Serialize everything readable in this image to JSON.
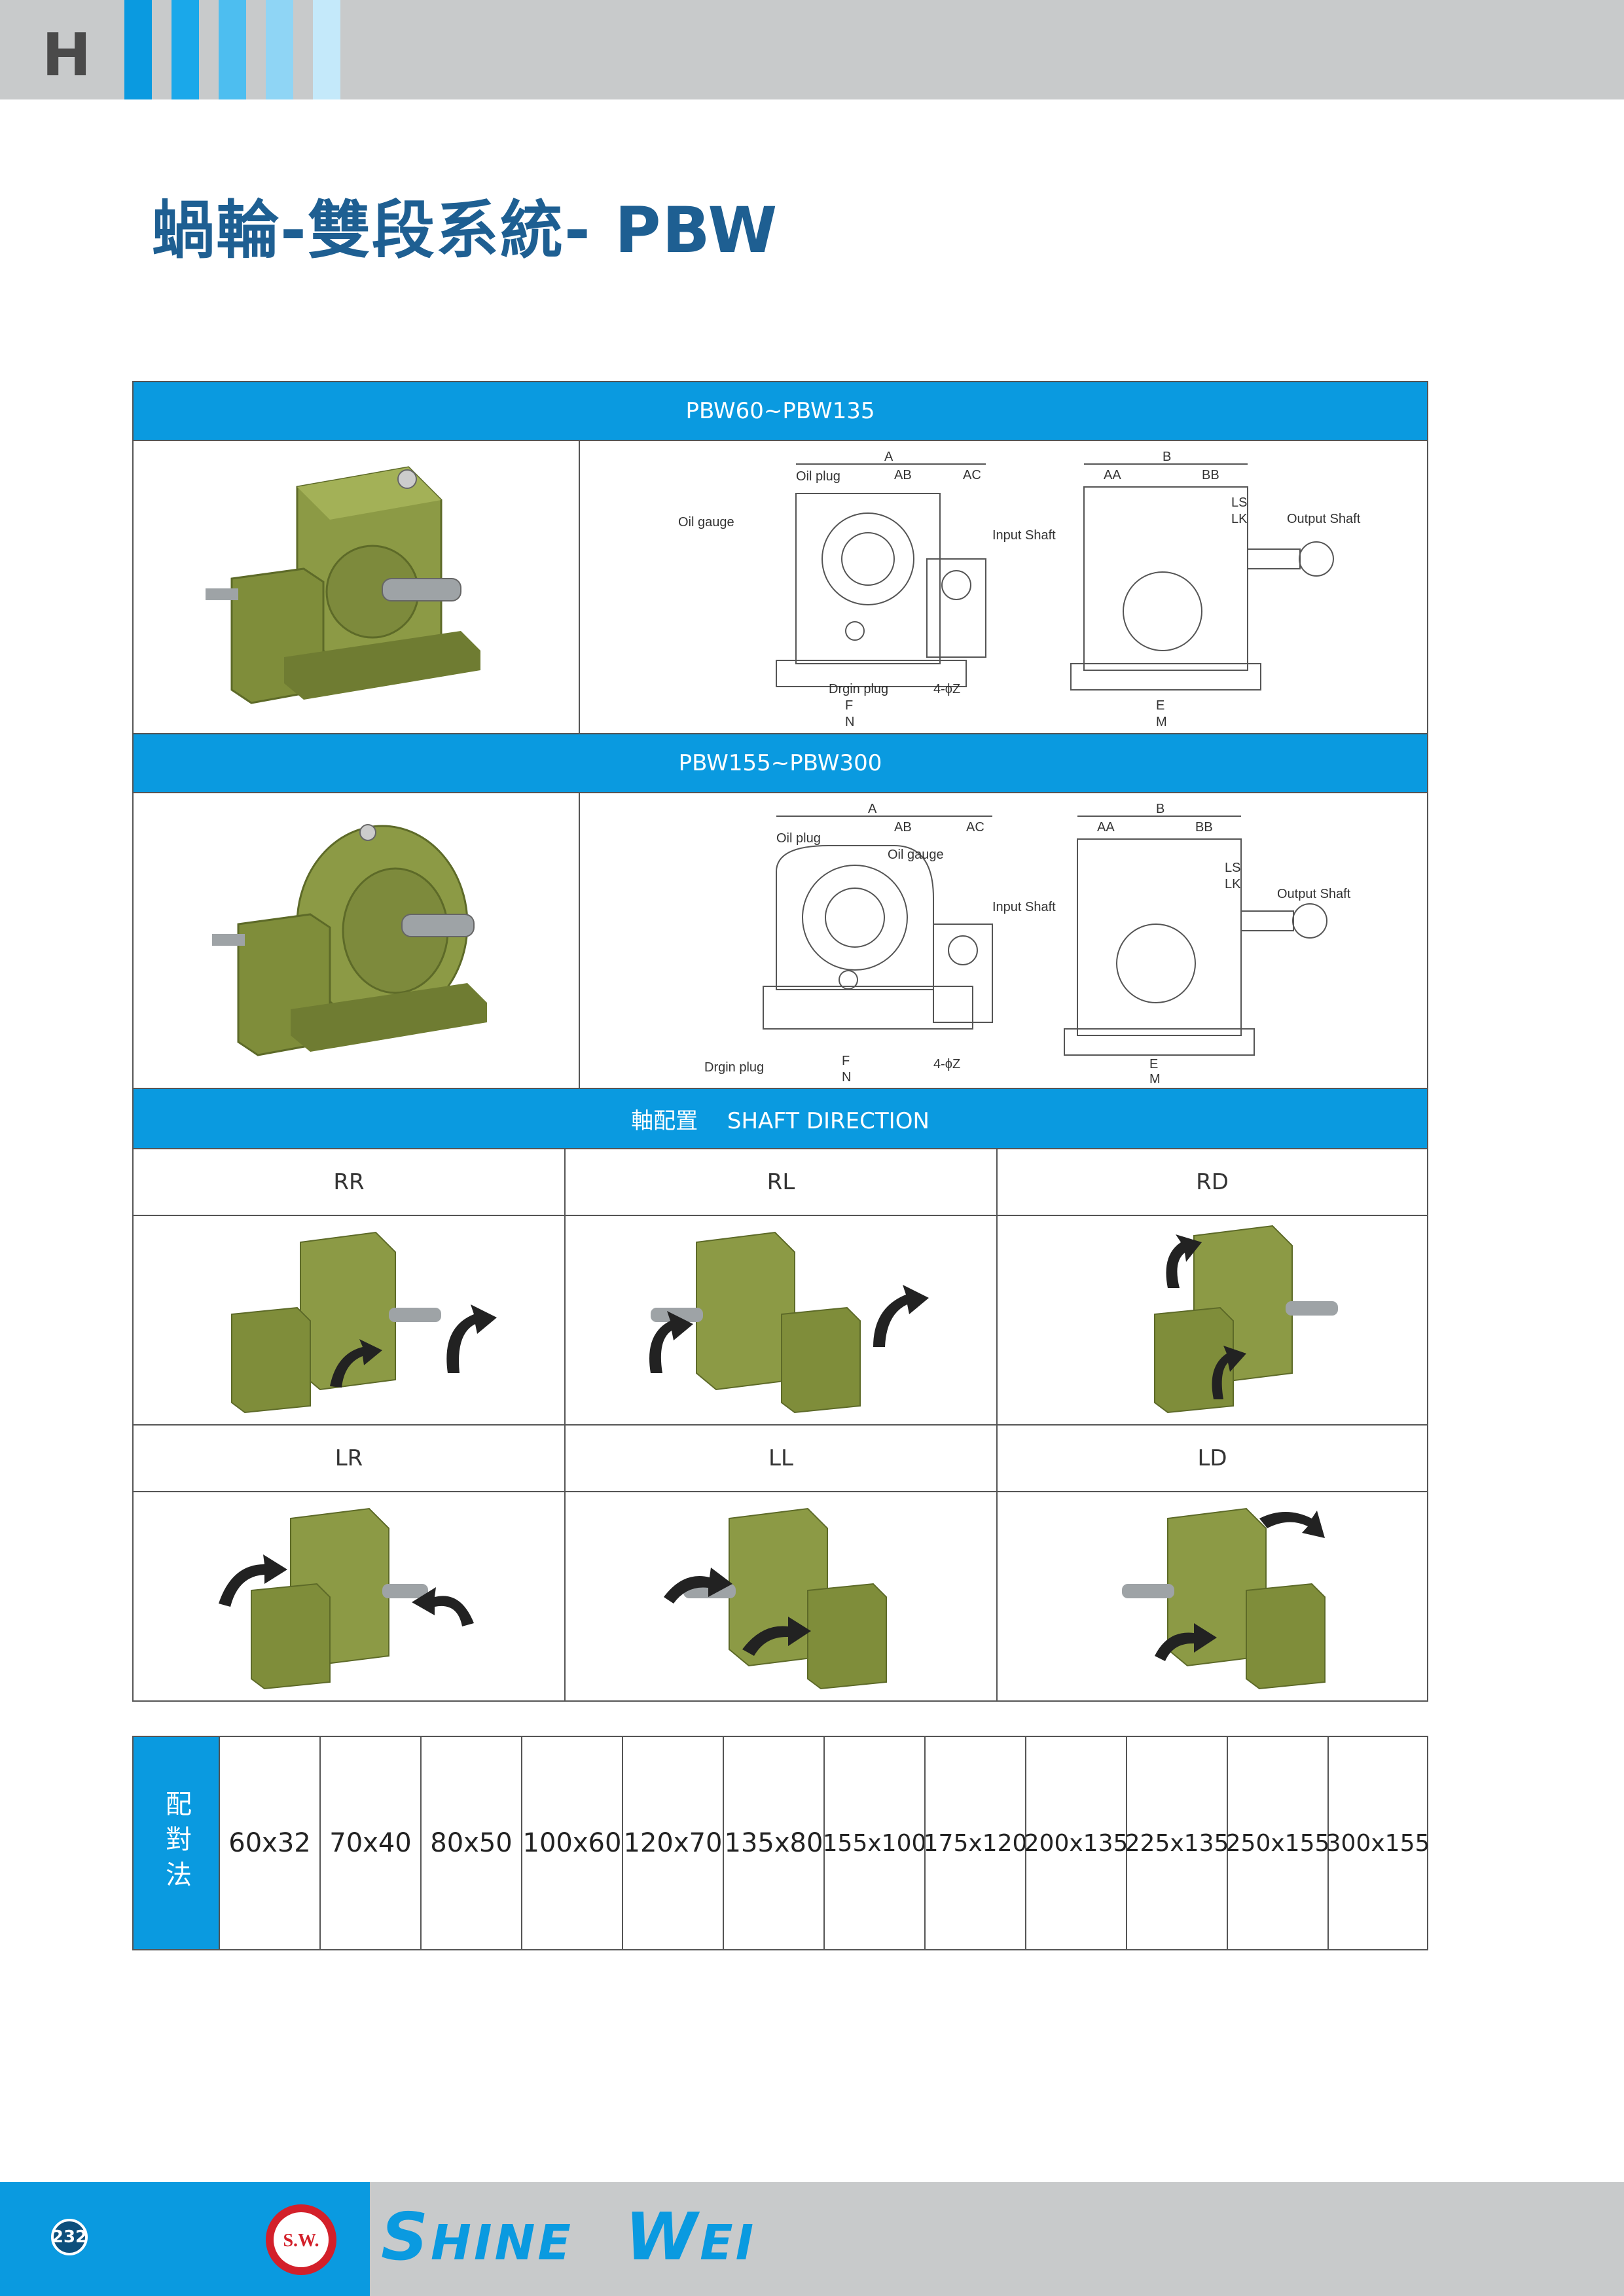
{
  "header": {
    "section_letter": "H"
  },
  "title": "蝸輪-雙段系統- PBW",
  "sections": {
    "top": "PBW60~PBW135",
    "middle": "PBW155~PBW300",
    "shaft": "軸配置　 SHAFT DIRECTION"
  },
  "drawing_labels": {
    "oil_plug": "Oil plug",
    "oil_gauge": "Oil gauge",
    "input_shaft": "Input Shaft",
    "output_shaft": "Output Shaft",
    "drain_plug": "Drgin plug",
    "holes": "4-ϕZ",
    "dim_a": "A",
    "dim_ab": "AB",
    "dim_ac": "AC",
    "dim_aa": "AA",
    "dim_b": "B",
    "dim_bb": "BB",
    "dim_ls": "LS",
    "dim_lk": "LK",
    "dim_f": "F",
    "dim_n": "N",
    "dim_e": "E",
    "dim_m": "M"
  },
  "directions": [
    "RR",
    "RL",
    "RD",
    "LR",
    "LL",
    "LD"
  ],
  "matching": {
    "header": "配對法",
    "values": [
      "60x32",
      "70x40",
      "80x50",
      "100x60",
      "120x70",
      "135x80",
      "155x100",
      "175x120",
      "200x135",
      "225x135",
      "250x155",
      "300x155"
    ]
  },
  "footer": {
    "page": "232",
    "logo_text": "S.W.",
    "brand_1a": "S",
    "brand_1b": "HINE",
    "brand_2a": "W",
    "brand_2b": "EI"
  },
  "colors": {
    "accent": "#0a9ae0",
    "title": "#1e5f92",
    "gear_green": "#8c9a45",
    "header_gray": "#c8cacb"
  }
}
